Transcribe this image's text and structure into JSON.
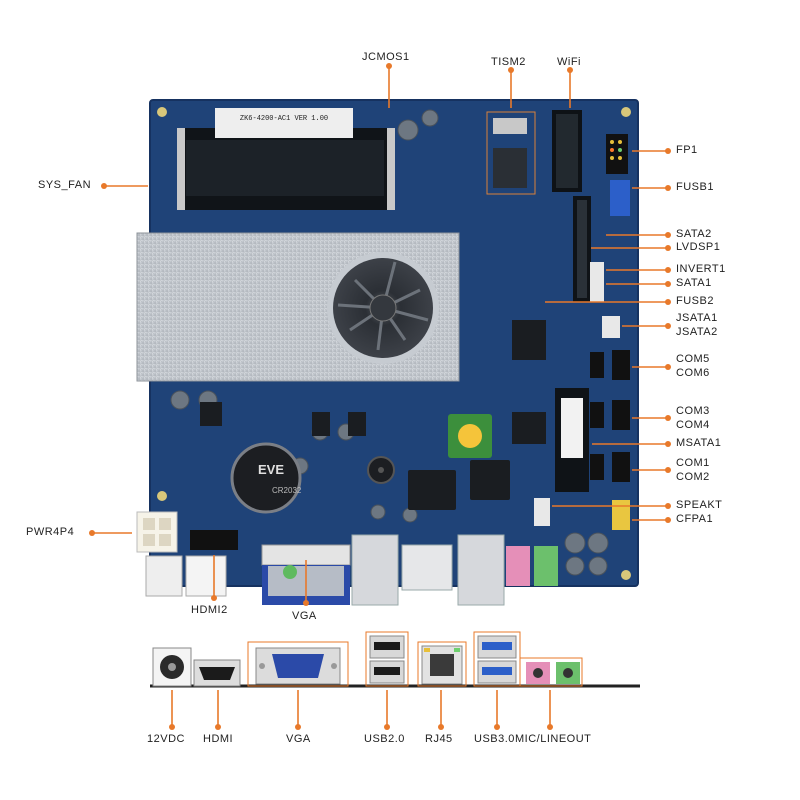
{
  "labels": {
    "jcmos1": "JCMOS1",
    "tism2": "TISM2",
    "wifi": "WiFi",
    "fp1": "FP1",
    "fusb1": "FUSB1",
    "sys_fan": "SYS_FAN",
    "sata2": "SATA2",
    "lvdsp1": "LVDSP1",
    "invert1": "INVERT1",
    "sata1": "SATA1",
    "fusb2": "FUSB2",
    "jsata1": "JSATA1",
    "jsata2": "JSATA2",
    "com5": "COM5",
    "com6": "COM6",
    "com3": "COM3",
    "com4": "COM4",
    "msata1": "MSATA1",
    "com1": "COM1",
    "com2": "COM2",
    "speakt": "SPEAKT",
    "cfpa1": "CFPA1",
    "pwr4p4": "PWR4P4",
    "hdmi2": "HDMI2",
    "vga_top": "VGA",
    "v12dc": "12VDC",
    "hdmi": "HDMI",
    "vga": "VGA",
    "usb20": "USB2.0",
    "rj45": "RJ45",
    "usb30": "USB3.0",
    "mic_lineout": "MIC/LINEOUT"
  },
  "board_text": {
    "battery_brand": "EVE",
    "battery_model": "CR2032",
    "sticker": "ZK6-4200-AC1 VER 1.00"
  },
  "colors": {
    "board": "#1f4378",
    "callout": "#e8792a",
    "heatsink": "#c8cdd3",
    "usb3": "#2c5fc9",
    "vga_port": "#2b4aa8",
    "mic": "#e58fb8",
    "lineout": "#6cc06c"
  }
}
